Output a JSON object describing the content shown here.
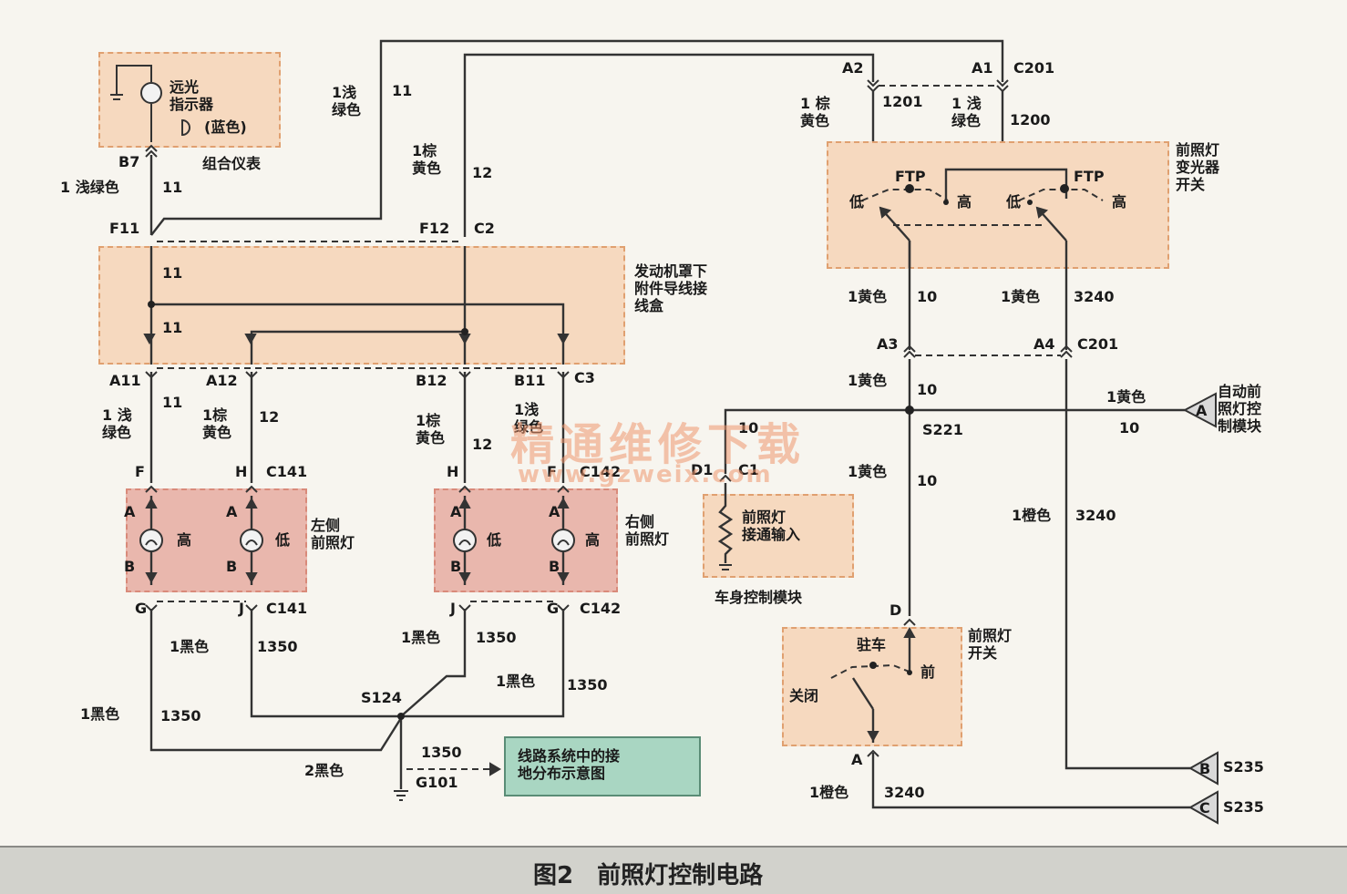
{
  "caption": "图2　前照灯控制电路",
  "watermark": {
    "cn": "精通维修下载",
    "en": "www.gzweix.com"
  },
  "modules": {
    "cluster": {
      "name": "组合仪表",
      "indicator": "远光\n指示器",
      "indicator_color": "(蓝色)",
      "pin": "B7"
    },
    "underhood": {
      "name": "发动机罩下\n附件导线接\n线盒"
    },
    "left_lamp": {
      "name": "左侧\n前照灯",
      "high": "高",
      "low": "低"
    },
    "right_lamp": {
      "name": "右侧\n前照灯",
      "high": "高",
      "low": "低"
    },
    "bcm": {
      "name": "车身控制模块",
      "input": "前照灯\n接通输入"
    },
    "dimmer": {
      "name": "前照灯\n变光器\n开关",
      "ftp": "FTP",
      "low": "低",
      "high": "高"
    },
    "head_switch": {
      "name": "前照灯\n开关",
      "park": "驻车",
      "front": "前",
      "off": "关闭"
    },
    "auto_module": {
      "name": "自动前\n照灯控\n制模块",
      "pin": "A"
    },
    "ground_note": {
      "name": "线路系统中的接\n地分布示意图"
    }
  },
  "connectors": {
    "F11": "F11",
    "F12": "F12",
    "C2": "C2",
    "A11": "A11",
    "A12": "A12",
    "B12": "B12",
    "B11": "B11",
    "C3": "C3",
    "F": "F",
    "H": "H",
    "C141": "C141",
    "H2": "H",
    "F2": "F",
    "C142": "C142",
    "G": "G",
    "J": "J",
    "J2": "J",
    "G2": "G",
    "A2": "A2",
    "A1": "A1",
    "C201": "C201",
    "A3": "A3",
    "A4": "A4",
    "D1": "D1",
    "C1": "C1",
    "D": "D",
    "A": "A",
    "S221": "S221",
    "S124": "S124",
    "G101": "G101",
    "S235": "S235",
    "B": "B",
    "C": "C",
    "pinA": "A",
    "pinB": "B"
  },
  "wires": {
    "lt_green": "1 浅绿色",
    "lt_green2": "1浅\n绿色",
    "lt_green3": "1 浅\n绿色",
    "lt_green4": "1 浅\n绿色",
    "brown_yellow": "1棕\n黄色",
    "brown_yellow2": "1 棕\n黄色",
    "yellow": "1黄色",
    "orange": "1橙色",
    "black": "1黑色",
    "black2": "2黑色",
    "c11": "11",
    "c12": "12",
    "c10": "10",
    "c1200": "1200",
    "c1201": "1201",
    "c3240": "3240",
    "c1350": "1350"
  }
}
